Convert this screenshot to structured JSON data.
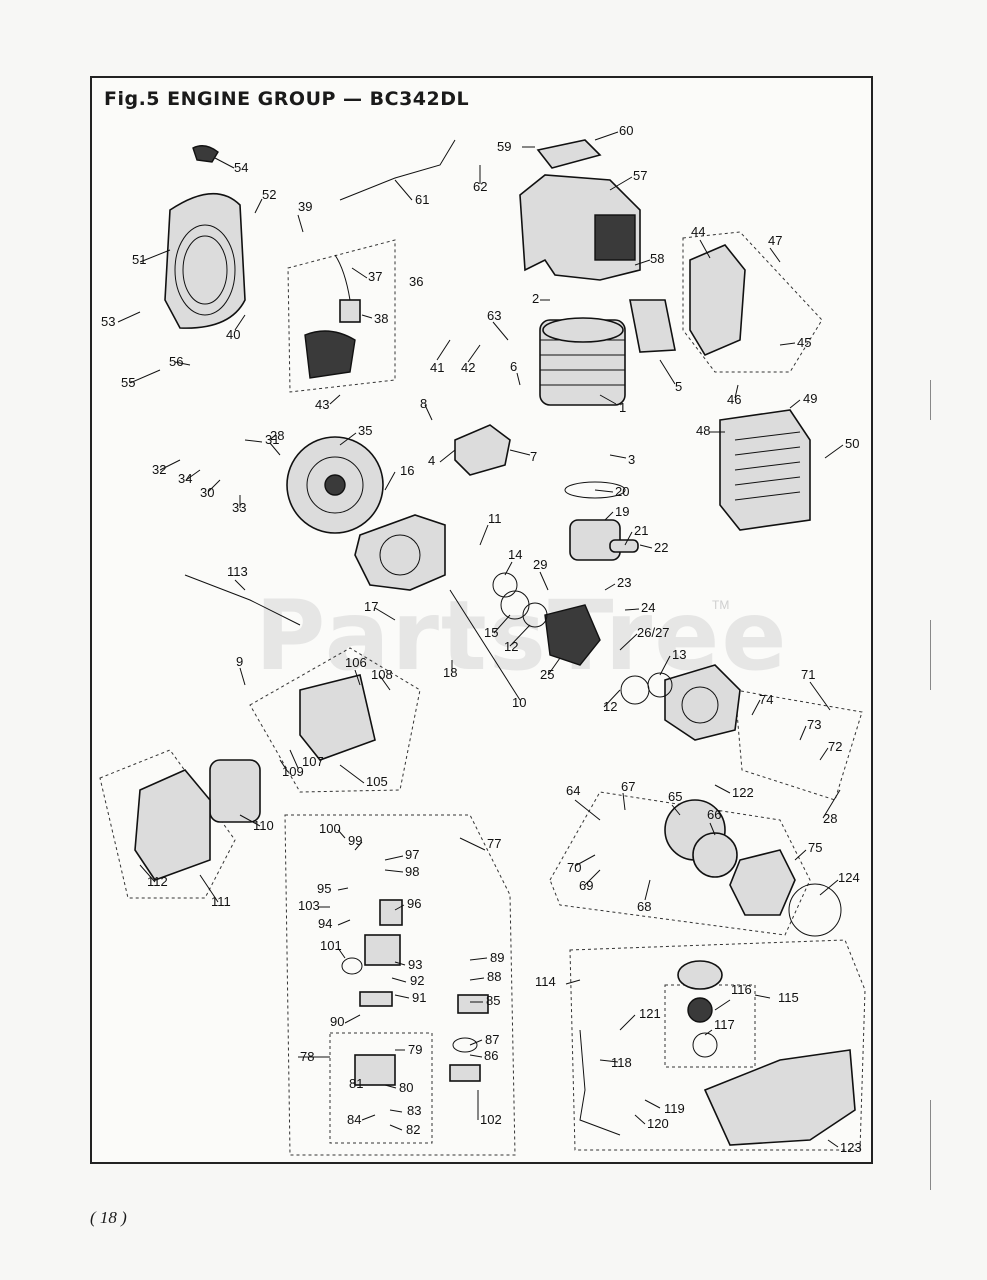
{
  "title": "Fig.5  ENGINE GROUP — BC342DL",
  "page_number": "( 18 )",
  "watermark": "PartsTree",
  "watermark_tm": "TM",
  "callouts": [
    {
      "id": "p1",
      "text": "1"
    },
    {
      "id": "p2",
      "text": "2"
    },
    {
      "id": "p3",
      "text": "3"
    },
    {
      "id": "p4",
      "text": "4"
    },
    {
      "id": "p5",
      "text": "5"
    },
    {
      "id": "p6",
      "text": "6"
    },
    {
      "id": "p7",
      "text": "7"
    },
    {
      "id": "p8",
      "text": "8"
    },
    {
      "id": "p9",
      "text": "9"
    },
    {
      "id": "p10",
      "text": "10"
    },
    {
      "id": "p11",
      "text": "11"
    },
    {
      "id": "p12a",
      "text": "12"
    },
    {
      "id": "p12b",
      "text": "12"
    },
    {
      "id": "p13",
      "text": "13"
    },
    {
      "id": "p14",
      "text": "14"
    },
    {
      "id": "p15",
      "text": "15"
    },
    {
      "id": "p16",
      "text": "16"
    },
    {
      "id": "p17",
      "text": "17"
    },
    {
      "id": "p18",
      "text": "18"
    },
    {
      "id": "p19",
      "text": "19"
    },
    {
      "id": "p20",
      "text": "20"
    },
    {
      "id": "p21",
      "text": "21"
    },
    {
      "id": "p22",
      "text": "22"
    },
    {
      "id": "p23",
      "text": "23"
    },
    {
      "id": "p24",
      "text": "24"
    },
    {
      "id": "p25",
      "text": "25"
    },
    {
      "id": "p2627",
      "text": "26/27"
    },
    {
      "id": "p28a",
      "text": "28"
    },
    {
      "id": "p28b",
      "text": "28"
    },
    {
      "id": "p29",
      "text": "29"
    },
    {
      "id": "p30",
      "text": "30"
    },
    {
      "id": "p31",
      "text": "31"
    },
    {
      "id": "p32",
      "text": "32"
    },
    {
      "id": "p33",
      "text": "33"
    },
    {
      "id": "p34",
      "text": "34"
    },
    {
      "id": "p35",
      "text": "35"
    },
    {
      "id": "p36",
      "text": "36"
    },
    {
      "id": "p37",
      "text": "37"
    },
    {
      "id": "p38",
      "text": "38"
    },
    {
      "id": "p39",
      "text": "39"
    },
    {
      "id": "p40",
      "text": "40"
    },
    {
      "id": "p41",
      "text": "41"
    },
    {
      "id": "p42",
      "text": "42"
    },
    {
      "id": "p43",
      "text": "43"
    },
    {
      "id": "p44",
      "text": "44"
    },
    {
      "id": "p45",
      "text": "45"
    },
    {
      "id": "p46",
      "text": "46"
    },
    {
      "id": "p47",
      "text": "47"
    },
    {
      "id": "p48",
      "text": "48"
    },
    {
      "id": "p49",
      "text": "49"
    },
    {
      "id": "p50",
      "text": "50"
    },
    {
      "id": "p51",
      "text": "51"
    },
    {
      "id": "p52",
      "text": "52"
    },
    {
      "id": "p53",
      "text": "53"
    },
    {
      "id": "p54",
      "text": "54"
    },
    {
      "id": "p55",
      "text": "55"
    },
    {
      "id": "p56",
      "text": "56"
    },
    {
      "id": "p57",
      "text": "57"
    },
    {
      "id": "p58",
      "text": "58"
    },
    {
      "id": "p59",
      "text": "59"
    },
    {
      "id": "p60",
      "text": "60"
    },
    {
      "id": "p61",
      "text": "61"
    },
    {
      "id": "p62",
      "text": "62"
    },
    {
      "id": "p63",
      "text": "63"
    },
    {
      "id": "p64",
      "text": "64"
    },
    {
      "id": "p65",
      "text": "65"
    },
    {
      "id": "p66",
      "text": "66"
    },
    {
      "id": "p67",
      "text": "67"
    },
    {
      "id": "p68",
      "text": "68"
    },
    {
      "id": "p69",
      "text": "69"
    },
    {
      "id": "p70",
      "text": "70"
    },
    {
      "id": "p71",
      "text": "71"
    },
    {
      "id": "p72",
      "text": "72"
    },
    {
      "id": "p73",
      "text": "73"
    },
    {
      "id": "p74",
      "text": "74"
    },
    {
      "id": "p75",
      "text": "75"
    },
    {
      "id": "p77",
      "text": "77"
    },
    {
      "id": "p78",
      "text": "78"
    },
    {
      "id": "p79",
      "text": "79"
    },
    {
      "id": "p80",
      "text": "80"
    },
    {
      "id": "p81",
      "text": "81"
    },
    {
      "id": "p82",
      "text": "82"
    },
    {
      "id": "p83",
      "text": "83"
    },
    {
      "id": "p84",
      "text": "84"
    },
    {
      "id": "p85",
      "text": "85"
    },
    {
      "id": "p86",
      "text": "86"
    },
    {
      "id": "p87",
      "text": "87"
    },
    {
      "id": "p88",
      "text": "88"
    },
    {
      "id": "p89",
      "text": "89"
    },
    {
      "id": "p90",
      "text": "90"
    },
    {
      "id": "p91",
      "text": "91"
    },
    {
      "id": "p92",
      "text": "92"
    },
    {
      "id": "p93",
      "text": "93"
    },
    {
      "id": "p94",
      "text": "94"
    },
    {
      "id": "p95",
      "text": "95"
    },
    {
      "id": "p96",
      "text": "96"
    },
    {
      "id": "p97",
      "text": "97"
    },
    {
      "id": "p98",
      "text": "98"
    },
    {
      "id": "p99",
      "text": "99"
    },
    {
      "id": "p100",
      "text": "100"
    },
    {
      "id": "p101",
      "text": "101"
    },
    {
      "id": "p102",
      "text": "102"
    },
    {
      "id": "p103",
      "text": "103"
    },
    {
      "id": "p105",
      "text": "105"
    },
    {
      "id": "p106",
      "text": "106"
    },
    {
      "id": "p107",
      "text": "107"
    },
    {
      "id": "p108",
      "text": "108"
    },
    {
      "id": "p109",
      "text": "109"
    },
    {
      "id": "p110",
      "text": "110"
    },
    {
      "id": "p111",
      "text": "111"
    },
    {
      "id": "p112",
      "text": "112"
    },
    {
      "id": "p113",
      "text": "113"
    },
    {
      "id": "p114",
      "text": "114"
    },
    {
      "id": "p115",
      "text": "115"
    },
    {
      "id": "p116",
      "text": "116"
    },
    {
      "id": "p117",
      "text": "117"
    },
    {
      "id": "p118",
      "text": "118"
    },
    {
      "id": "p119",
      "text": "119"
    },
    {
      "id": "p120",
      "text": "120"
    },
    {
      "id": "p121",
      "text": "121"
    },
    {
      "id": "p122",
      "text": "122"
    },
    {
      "id": "p123",
      "text": "123"
    },
    {
      "id": "p124",
      "text": "124"
    }
  ]
}
